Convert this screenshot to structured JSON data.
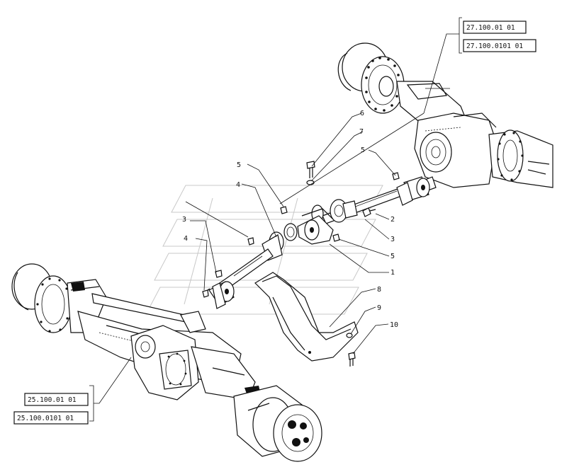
{
  "references": {
    "rear_a": "27.100.01 01",
    "rear_b": "27.100.0101 01",
    "front_a": "25.100.01 01",
    "front_b": "25.100.0101 01"
  },
  "callouts": {
    "c5a": "5",
    "c4": "4",
    "c3a": "3",
    "c4b": "4",
    "c6": "6",
    "c7": "7",
    "c5b": "5",
    "c2": "2",
    "c3b": "3",
    "c5c": "5",
    "c1": "1",
    "c8": "8",
    "c9": "9",
    "c10": "10"
  }
}
